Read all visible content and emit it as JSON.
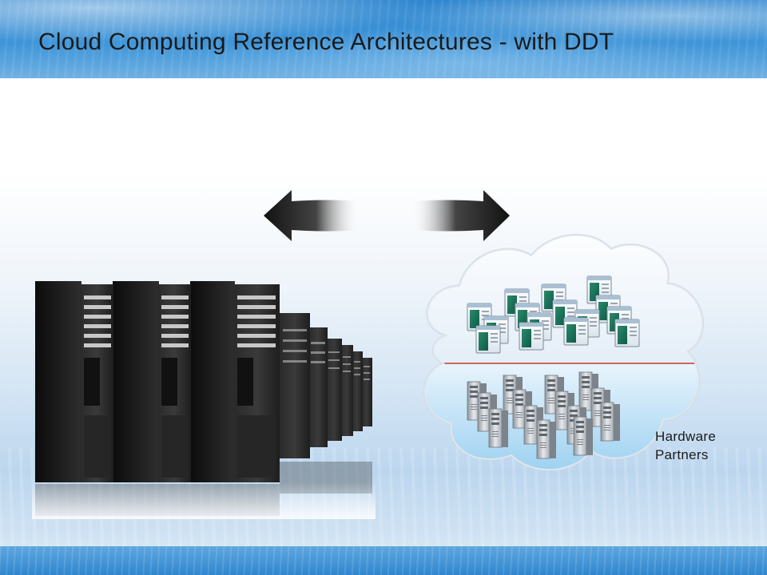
{
  "slide": {
    "title": "Cloud Computing Reference Architectures - with DDT",
    "cloud_label_line1": "Hardware",
    "cloud_label_line2": "Partners"
  },
  "colors": {
    "header_blue": "#2f86cf",
    "cloud_divider": "#c0392b",
    "server_rack": "#1c1c1c"
  },
  "icons": [
    "double-arrow-icon",
    "server-rack-icon",
    "cloud-icon",
    "application-window-icon",
    "tower-server-icon"
  ]
}
